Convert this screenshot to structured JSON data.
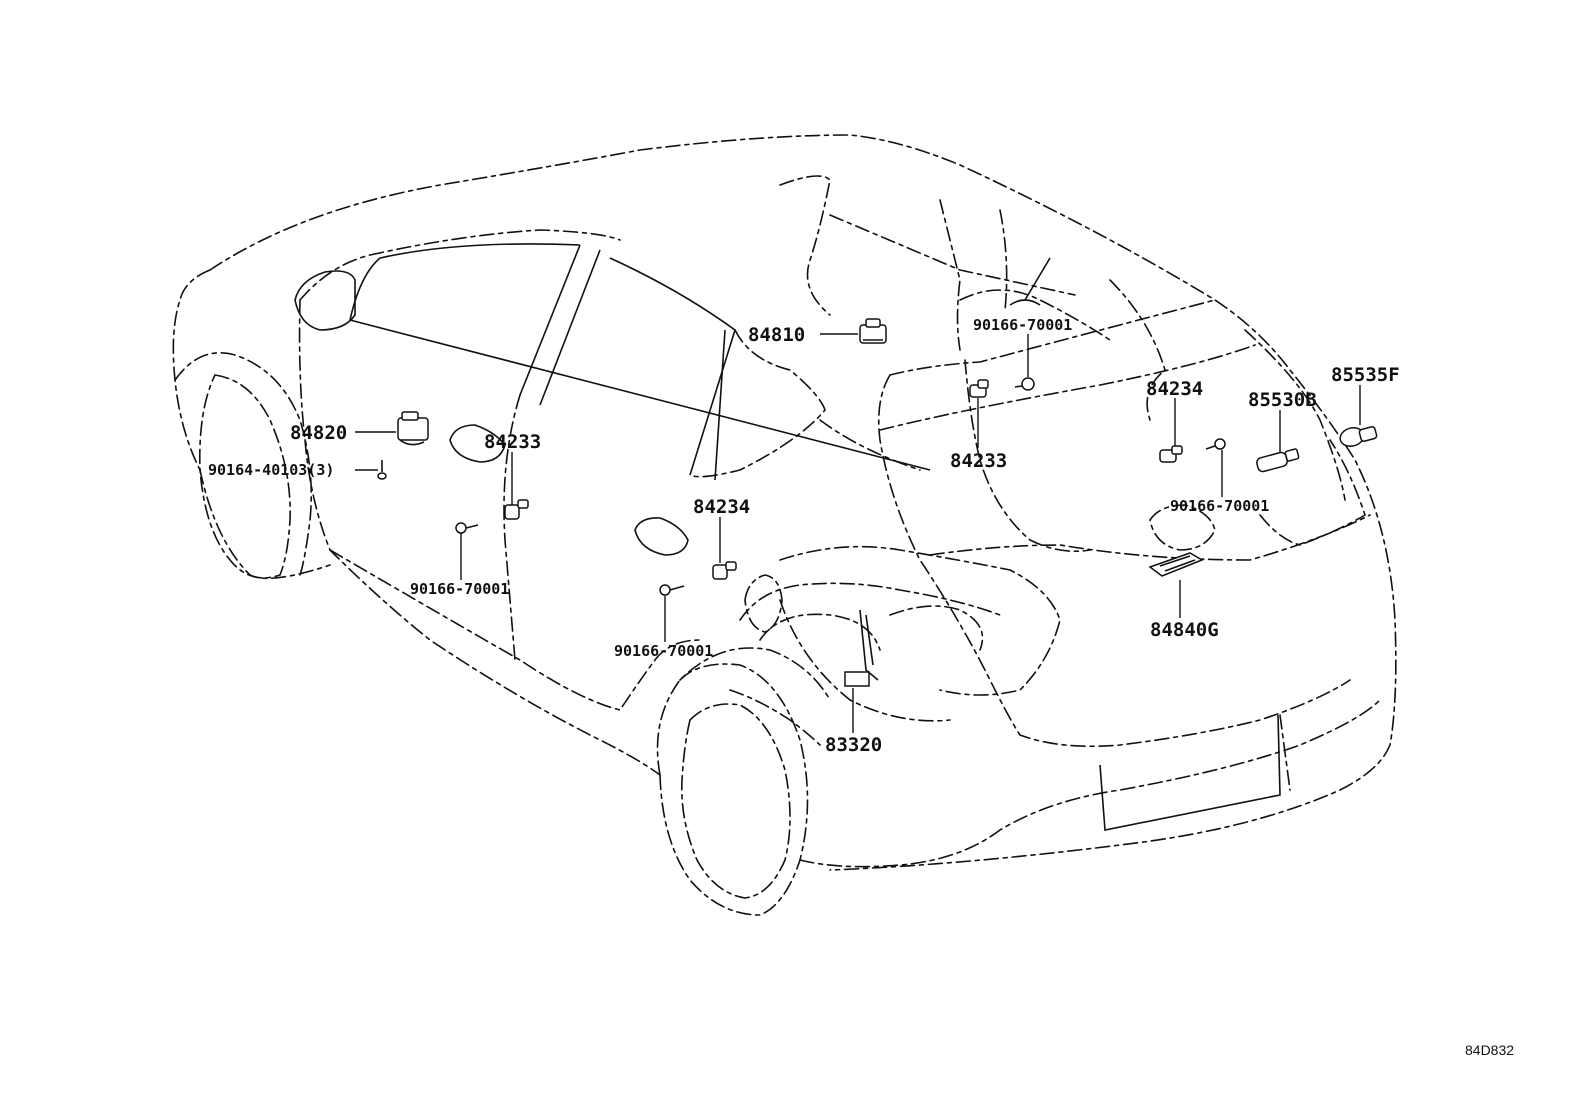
{
  "labels": {
    "p84810": "84810",
    "p84820": "84820",
    "p90164": "90164-40103(3)",
    "p84233_left": "84233",
    "p90166_left": "90166-70001",
    "p84234_mid": "84234",
    "p90166_mid": "90166-70001",
    "p83320": "83320",
    "p90166_top": "90166-70001",
    "p84233_right": "84233",
    "p84234_right": "84234",
    "p85530B": "85530B",
    "p85535F": "85535F",
    "p90166_right": "90166-70001",
    "p84840G": "84840G"
  },
  "diagram_ref": "84D832"
}
